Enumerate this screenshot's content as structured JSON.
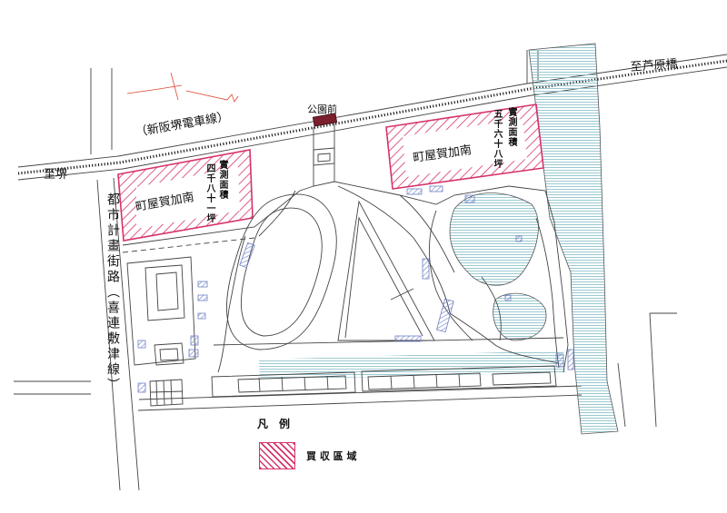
{
  "labels": {
    "railway": "（新阪堺電車線）",
    "station": "公園前",
    "to_sakai": "至堺",
    "to_ashiharabashi": "至芦原橋",
    "city_road": "都市計畫街路（喜連敷津線）",
    "district_left": "町屋賀加南",
    "district_right": "町屋賀加南",
    "area_left_heading": "實測面積",
    "area_left_value": "四千八十一坪",
    "area_right_heading": "實測面積",
    "area_right_value": "五千六十八坪"
  },
  "legend": {
    "title": "凡　例",
    "items": [
      {
        "label": "買 収 區 域",
        "color": "#d6336c"
      }
    ]
  },
  "colors": {
    "purchase_area": "#d6336c",
    "water": "#8fc3cc",
    "building_hatch": "#6e7fc4",
    "station": "#7a1f2b",
    "red_scribble": "#e0442f"
  }
}
